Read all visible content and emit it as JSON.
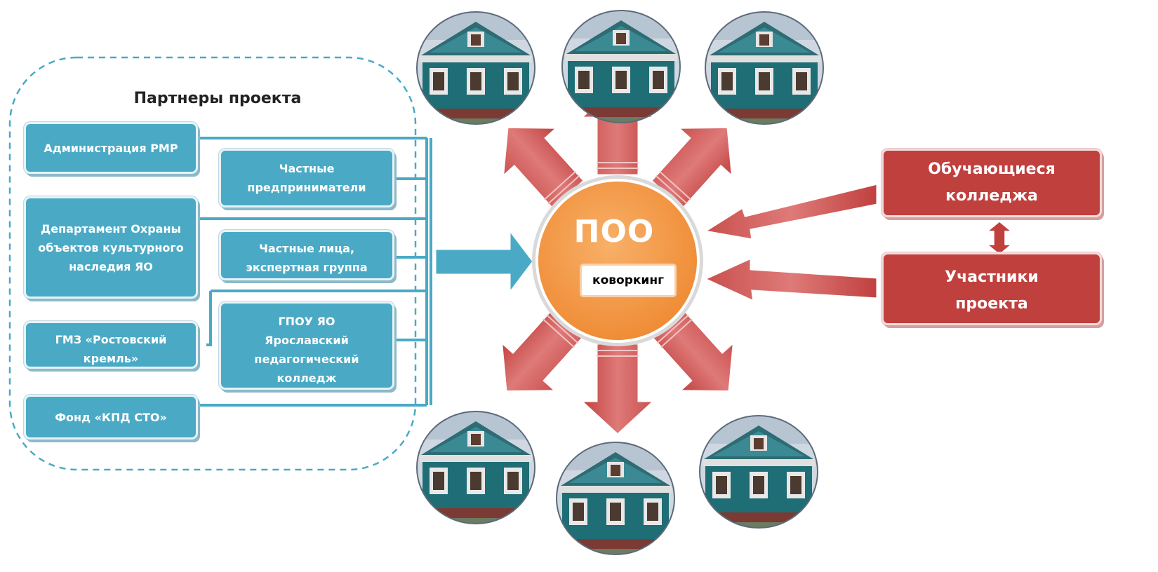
{
  "partners": {
    "title": "Партнеры проекта",
    "boxes": [
      {
        "text": "Администрация РМР"
      },
      {
        "text": "Частные предприниматели"
      },
      {
        "text": "Департамент Охраны объектов культурного наследия ЯО"
      },
      {
        "text": "Частные лица, экспертная группа"
      },
      {
        "text": "ГМЗ «Ростовский кремль»"
      },
      {
        "text": "ГПОУ ЯО Ярославский педагогический колледж"
      },
      {
        "text": "Фонд «КПД СТО»"
      }
    ]
  },
  "center": {
    "title": "ПОО",
    "label": "коворкинг"
  },
  "participants": {
    "students": "Обучающиеся колледжа",
    "members": "Участники проекта"
  },
  "icons": {
    "house": "house-photo-icon",
    "arrow": "block-arrow-icon"
  },
  "colors": {
    "teal": "#4aaac5",
    "red": "#c0403e",
    "orange": "#f39a46"
  }
}
